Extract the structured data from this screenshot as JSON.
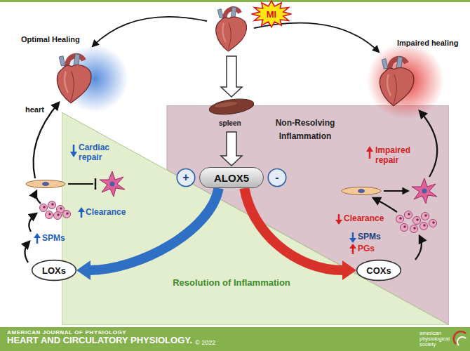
{
  "diagram": {
    "nodes": [
      {
        "text": [
          "MI"
        ]
      },
      {
        "text": [
          "Non-Resolving Inflammation"
        ]
      },
      {
        "text": [
          "Resolution of Inflammation"
        ]
      },
      {
        "text": [
          "+"
        ]
      },
      {
        "text": [
          "ALOX5"
        ]
      },
      {
        "text": [
          "-"
        ]
      },
      {
        "text": [
          "LOXs"
        ]
      },
      {
        "text": [
          "COXs"
        ]
      }
    ],
    "edges": [
      {
        "from": 4,
        "to": 6,
        "arrow": "to"
      },
      {
        "from": 4,
        "to": 7,
        "arrow": "to"
      }
    ],
    "labels": [
      "Optimal Healing",
      "Impaired healing",
      "heart",
      "spleen",
      "Cardiac repair",
      "Impaired repair",
      "Clearance",
      "Clearance",
      "SPMs",
      "SPMs",
      "PGs",
      "AMERICAN JOURNAL OF PHYSIOLOGY",
      "HEART AND CIRCULATORY PHYSIOLOGY.",
      "© 2022",
      "american physiological society"
    ]
  }
}
